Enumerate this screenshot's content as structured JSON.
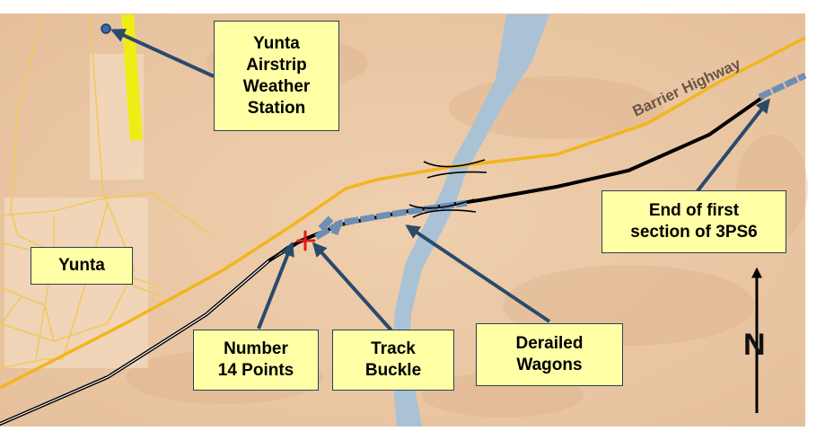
{
  "labels": {
    "weather_station": [
      "Yunta",
      "Airstrip",
      "Weather",
      "Station"
    ],
    "town": "Yunta",
    "end_section": [
      "End of first",
      "section of 3PS6"
    ],
    "points": [
      "Number",
      "14 Points"
    ],
    "buckle": [
      "Track",
      "Buckle"
    ],
    "wagons": [
      "Derailed",
      "Wagons"
    ],
    "highway": "Barrier Highway",
    "north": "N"
  },
  "colors": {
    "terrain": "#ecc9a6",
    "river": "#a9c2d6",
    "highway": "#f2b51c",
    "roads": "#f2c95c",
    "airstrip": "#f0ec16",
    "railway": "#000000",
    "train": "#6d8fb3",
    "callout_fill": "#ffffa6",
    "arrow": "#2a4a6b",
    "derail_marker": "#e01b1b"
  },
  "icons": {
    "derail_marker": "red-cross-icon",
    "north_arrow": "north-arrow-icon",
    "weather_station": "station-dot-icon"
  }
}
